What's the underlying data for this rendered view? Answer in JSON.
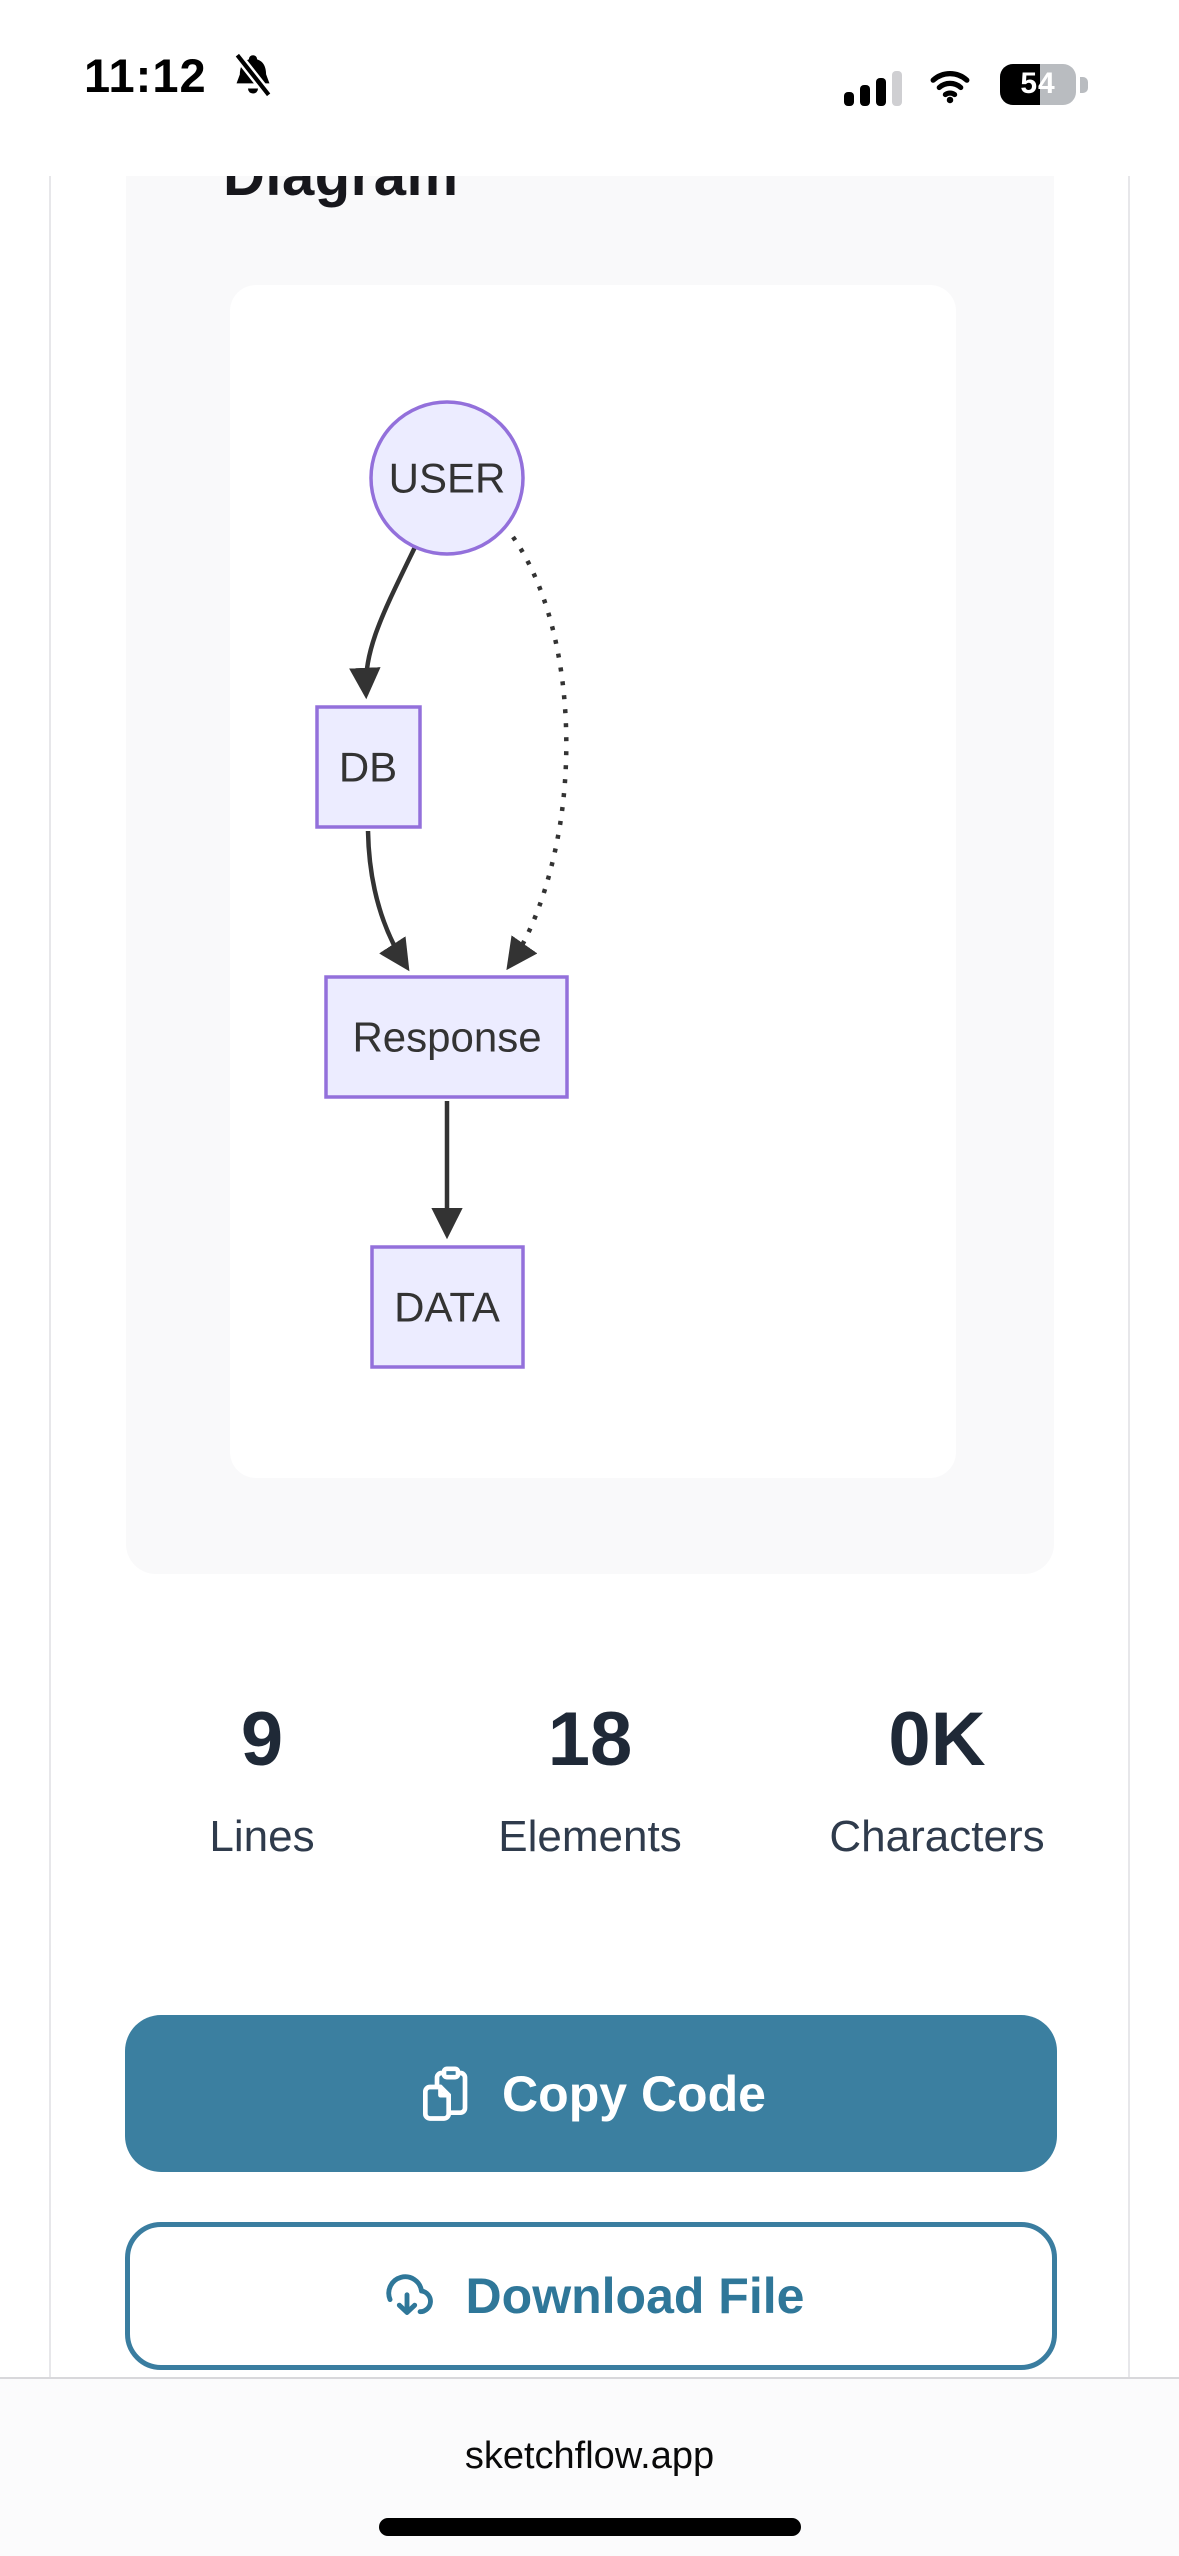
{
  "status_bar": {
    "time": "11:12",
    "battery_percent": "54",
    "icons": [
      "bell-slash-icon",
      "cellular-signal-icon",
      "wifi-icon",
      "battery-icon"
    ]
  },
  "page": {
    "title": "Diagram"
  },
  "diagram": {
    "nodes": [
      {
        "id": "user",
        "label": "USER",
        "shape": "circle"
      },
      {
        "id": "db",
        "label": "DB",
        "shape": "rect"
      },
      {
        "id": "response",
        "label": "Response",
        "shape": "rect"
      },
      {
        "id": "data",
        "label": "DATA",
        "shape": "rect"
      }
    ],
    "edges": [
      {
        "from": "USER",
        "to": "DB",
        "style": "solid"
      },
      {
        "from": "USER",
        "to": "Response",
        "style": "dotted"
      },
      {
        "from": "DB",
        "to": "Response",
        "style": "solid"
      },
      {
        "from": "Response",
        "to": "DATA",
        "style": "solid"
      }
    ],
    "colors": {
      "node_fill": "#ECECFF",
      "node_border": "#9370DB",
      "edge": "#333333",
      "label": "#333333"
    }
  },
  "stats": [
    {
      "value": "9",
      "label": "Lines"
    },
    {
      "value": "18",
      "label": "Elements"
    },
    {
      "value": "0K",
      "label": "Characters"
    }
  ],
  "buttons": {
    "copy_label": "Copy Code",
    "copy_icon": "clipboard-copy-icon",
    "download_label": "Download File",
    "download_icon": "cloud-download-icon",
    "accent_color": "#3b7fa0"
  },
  "browser": {
    "url": "sketchflow.app"
  }
}
